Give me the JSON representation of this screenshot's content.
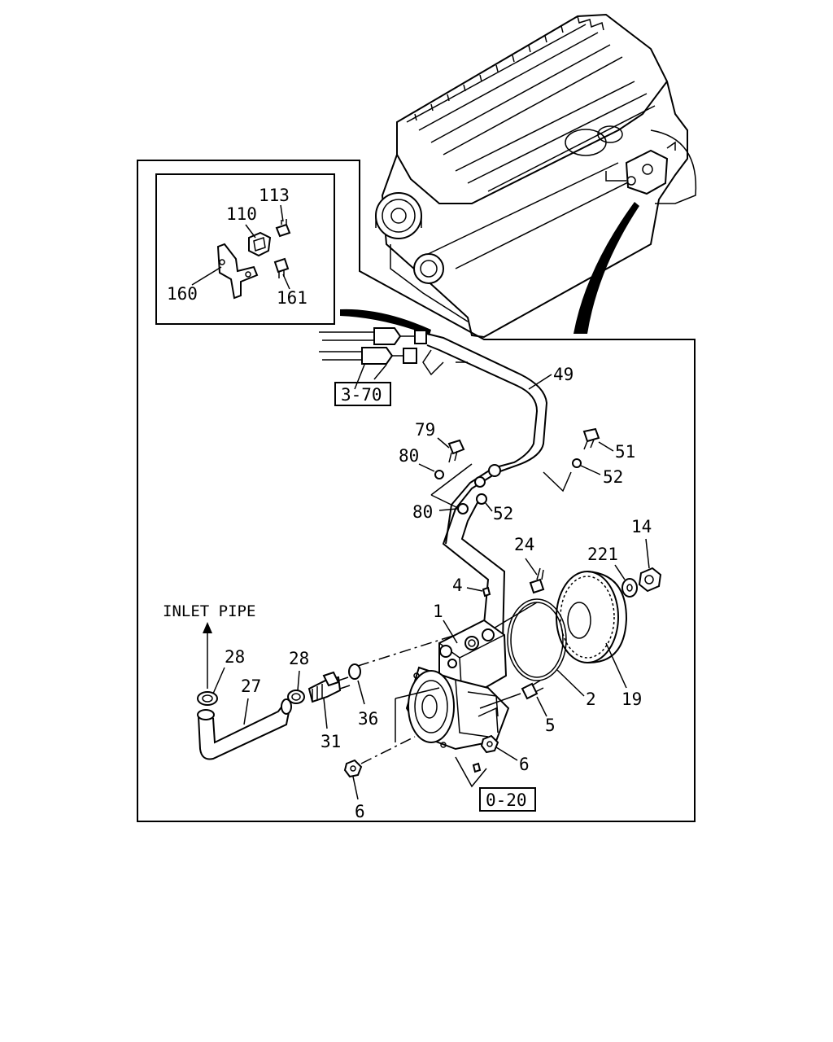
{
  "labels": {
    "p113": "113",
    "p110": "110",
    "p160": "160",
    "p161": "161",
    "p49": "49",
    "p79": "79",
    "p80a": "80",
    "p51": "51",
    "p52a": "52",
    "p80b": "80",
    "p52b": "52",
    "p14": "14",
    "p221": "221",
    "p24": "24",
    "p4": "4",
    "p1": "1",
    "p28a": "28",
    "p28b": "28",
    "p27": "27",
    "p31": "31",
    "p36": "36",
    "p2": "2",
    "p19": "19",
    "p5": "5",
    "p6a": "6",
    "p6b": "6",
    "inlet": "INLET PIPE"
  },
  "refs": {
    "ref370": "3-70",
    "ref020": "0-20"
  }
}
